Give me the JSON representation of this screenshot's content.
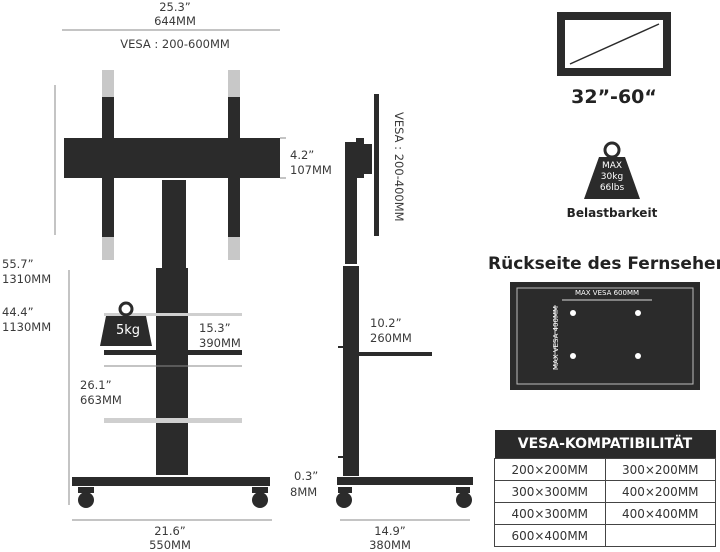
{
  "front_view": {
    "top_width_in": "25.3”",
    "top_width_mm": "644MM",
    "vesa_range": "VESA : 200-600MM",
    "bar_height_in": "4.2”",
    "bar_height_mm": "107MM",
    "max_height_in": "55.7”",
    "max_height_mm": "1310MM",
    "min_height_in": "44.4”",
    "min_height_mm": "1130MM",
    "shelf_load": "5kg",
    "shelf_width_in": "15.3”",
    "shelf_width_mm": "390MM",
    "shelf_height_in": "26.1”",
    "shelf_height_mm": "663MM",
    "base_width_in": "21.6”",
    "base_width_mm": "550MM"
  },
  "side_view": {
    "vesa_range": "VESA : 200-400MM",
    "shelf_depth_in": "10.2”",
    "shelf_depth_mm": "260MM",
    "base_gap_in": "0.3”",
    "base_gap_mm": "8MM",
    "base_depth_in": "14.9”",
    "base_depth_mm": "380MM"
  },
  "specs": {
    "screen_size": "32”-60“",
    "weight_max": "MAX",
    "weight_kg": "30kg",
    "weight_lbs": "66lbs",
    "weight_label": "Belastbarkeit"
  },
  "tv_back": {
    "heading": "Rückseite des Fernsehers",
    "vesa_width_label": "MAX VESA 600MM",
    "vesa_height_label": "MAX VESA 400MM"
  },
  "vesa_table": {
    "header": "VESA-KOMPATIBILITÄT",
    "rows": [
      [
        "200×200MM",
        "300×200MM"
      ],
      [
        "300×300MM",
        "400×200MM"
      ],
      [
        "400×300MM",
        "400×400MM"
      ],
      [
        "600×400MM",
        ""
      ]
    ]
  },
  "colors": {
    "frame": "#2b2b2b",
    "accent_grey": "#c8c8c8",
    "dimension_line": "#8a8a8a"
  }
}
